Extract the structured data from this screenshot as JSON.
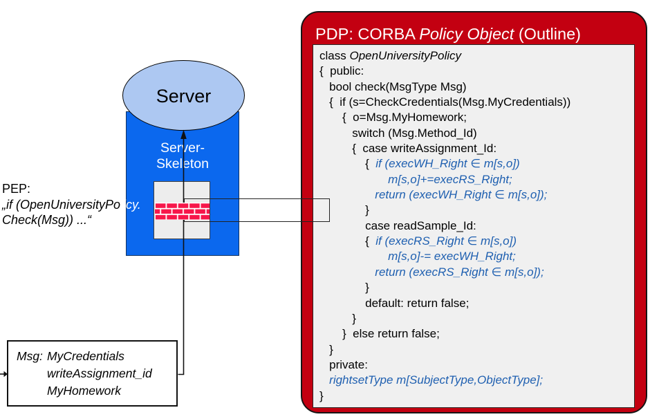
{
  "colors": {
    "pdp_red": "#c30011",
    "code_bg": "#f0f0f0",
    "code_blue": "#1e5fb0",
    "skeleton_blue": "#0b68ee",
    "ellipse_fill": "#adc8f2",
    "brick_red": "#f7164a"
  },
  "server": {
    "label": "Server",
    "skeleton_line1": "Server-",
    "skeleton_line2": "Skeleton"
  },
  "pep": {
    "label": "PEP:",
    "quote_line1": [
      [
        "p",
        "„if (OpenUniversityPo"
      ],
      [
        "w",
        "licy."
      ]
    ],
    "quote_line2": [
      [
        "p",
        "Check(Msg)) ...“"
      ]
    ]
  },
  "msg_box": {
    "label": "Msg:",
    "items": [
      "MyCredentials",
      "writeAssignment_id",
      "MyHomework"
    ]
  },
  "pdp": {
    "title_segments": [
      [
        "p",
        "PDP: CORBA "
      ],
      [
        "i",
        "Policy Object"
      ],
      [
        "p",
        " (Outline)"
      ]
    ],
    "code_lines": [
      [
        [
          "p",
          "class "
        ],
        [
          "i",
          "OpenUniversityPolicy"
        ]
      ],
      [
        [
          "p",
          "{  public:"
        ]
      ],
      [
        [
          "p",
          "   bool check(MsgType Msg)"
        ]
      ],
      [
        [
          "p",
          "   {  if (s=CheckCredentials(Msg.MyCredentials))"
        ]
      ],
      [
        [
          "p",
          "       {  o=Msg.MyHomework;"
        ]
      ],
      [
        [
          "p",
          "          switch (Msg.Method_Id)"
        ]
      ],
      [
        [
          "p",
          "          {  case writeAssignment_Id:"
        ]
      ],
      [
        [
          "p",
          "              {  "
        ],
        [
          "b",
          "if (execWH_Right ∈ m[s,o])"
        ]
      ],
      [
        [
          "b",
          "                     m[s,o]+=execRS_Right;"
        ]
      ],
      [
        [
          "p",
          "                 "
        ],
        [
          "b",
          "return (execWH_Right ∈ m[s,o]);"
        ]
      ],
      [
        [
          "p",
          "              }"
        ]
      ],
      [
        [
          "p",
          "              case readSample_Id:"
        ]
      ],
      [
        [
          "p",
          "              {  "
        ],
        [
          "b",
          "if (execRS_Right ∈ m[s,o])"
        ]
      ],
      [
        [
          "b",
          "                     m[s,o]-= execWH_Right;"
        ]
      ],
      [
        [
          "p",
          "                 "
        ],
        [
          "b",
          "return (execRS_Right ∈ m[s,o]);"
        ]
      ],
      [
        [
          "p",
          "              }"
        ]
      ],
      [
        [
          "p",
          "              default: return false;"
        ]
      ],
      [
        [
          "p",
          "          }"
        ]
      ],
      [
        [
          "p",
          "       }  else return false;"
        ]
      ],
      [
        [
          "p",
          "   }"
        ]
      ],
      [
        [
          "p",
          "   private:"
        ]
      ],
      [
        [
          "b",
          "   rightsetType m[SubjectType,ObjectType];"
        ]
      ],
      [
        [
          "p",
          "}"
        ]
      ]
    ]
  }
}
